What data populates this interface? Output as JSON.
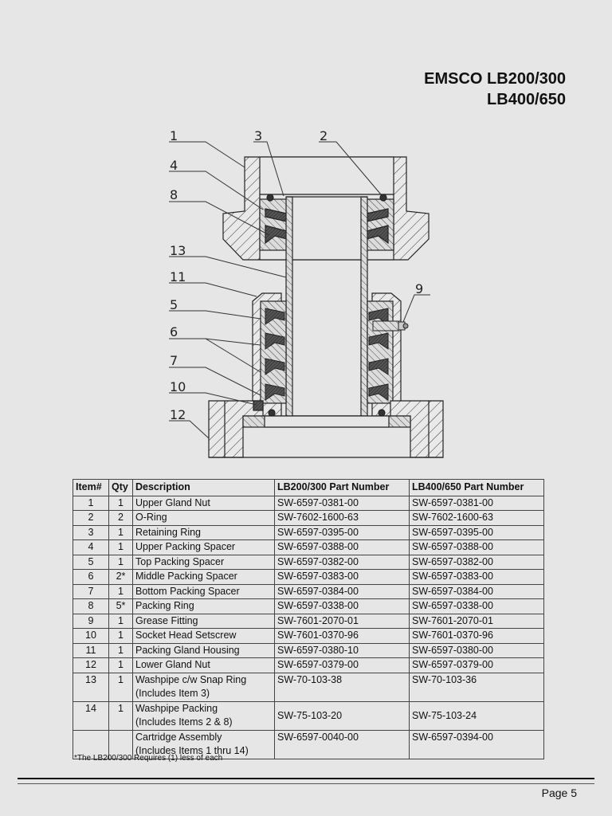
{
  "title": {
    "line1": "EMSCO LB200/300",
    "line2": "LB400/650"
  },
  "diagram": {
    "callouts": [
      "1",
      "3",
      "2",
      "4",
      "8",
      "13",
      "11",
      "5",
      "6",
      "7",
      "10",
      "12",
      "9"
    ]
  },
  "table": {
    "headers": [
      "Item#",
      "Qty",
      "Description",
      "LB200/300 Part Number",
      "LB400/650 Part Number"
    ],
    "rows": [
      {
        "item": "1",
        "qty": "1",
        "desc": [
          "Upper Gland Nut"
        ],
        "lb200": "SW-6597-0381-00",
        "lb400": "SW-6597-0381-00"
      },
      {
        "item": "2",
        "qty": "2",
        "desc": [
          "O-Ring"
        ],
        "lb200": "SW-7602-1600-63",
        "lb400": "SW-7602-1600-63"
      },
      {
        "item": "3",
        "qty": "1",
        "desc": [
          "Retaining Ring"
        ],
        "lb200": "SW-6597-0395-00",
        "lb400": "SW-6597-0395-00"
      },
      {
        "item": "4",
        "qty": "1",
        "desc": [
          "Upper Packing Spacer"
        ],
        "lb200": "SW-6597-0388-00",
        "lb400": "SW-6597-0388-00"
      },
      {
        "item": "5",
        "qty": "1",
        "desc": [
          "Top Packing Spacer"
        ],
        "lb200": "SW-6597-0382-00",
        "lb400": "SW-6597-0382-00"
      },
      {
        "item": "6",
        "qty": "2*",
        "desc": [
          "Middle Packing Spacer"
        ],
        "lb200": "SW-6597-0383-00",
        "lb400": "SW-6597-0383-00"
      },
      {
        "item": "7",
        "qty": "1",
        "desc": [
          "Bottom Packing Spacer"
        ],
        "lb200": "SW-6597-0384-00",
        "lb400": "SW-6597-0384-00"
      },
      {
        "item": "8",
        "qty": "5*",
        "desc": [
          "Packing Ring"
        ],
        "lb200": "SW-6597-0338-00",
        "lb400": "SW-6597-0338-00"
      },
      {
        "item": "9",
        "qty": "1",
        "desc": [
          "Grease Fitting"
        ],
        "lb200": "SW-7601-2070-01",
        "lb400": "SW-7601-2070-01"
      },
      {
        "item": "10",
        "qty": "1",
        "desc": [
          "Socket Head Setscrew"
        ],
        "lb200": "SW-7601-0370-96",
        "lb400": "SW-7601-0370-96"
      },
      {
        "item": "11",
        "qty": "1",
        "desc": [
          "Packing Gland Housing"
        ],
        "lb200": "SW-6597-0380-10",
        "lb400": "SW-6597-0380-00"
      },
      {
        "item": "12",
        "qty": "1",
        "desc": [
          "Lower Gland Nut"
        ],
        "lb200": "SW-6597-0379-00",
        "lb400": "SW-6597-0379-00"
      },
      {
        "item": "13",
        "qty": "1",
        "desc": [
          "Washpipe c/w Snap Ring",
          "(Includes Item 3)"
        ],
        "lb200": "SW-70-103-38",
        "lb400": "SW-70-103-36"
      },
      {
        "item": "14",
        "qty": "1",
        "desc": [
          "Washpipe Packing",
          "(Includes Items 2 & 8)"
        ],
        "lb200": "SW-75-103-20",
        "lb400": "SW-75-103-24"
      },
      {
        "item": "",
        "qty": "",
        "desc": [
          "Cartridge Assembly",
          "(Includes Items 1 thru 14)"
        ],
        "lb200": "SW-6597-0040-00",
        "lb400": "SW-6597-0394-00"
      }
    ]
  },
  "footnote": "*The LB200/300 Requires (1) less of each",
  "page": "Page 5"
}
